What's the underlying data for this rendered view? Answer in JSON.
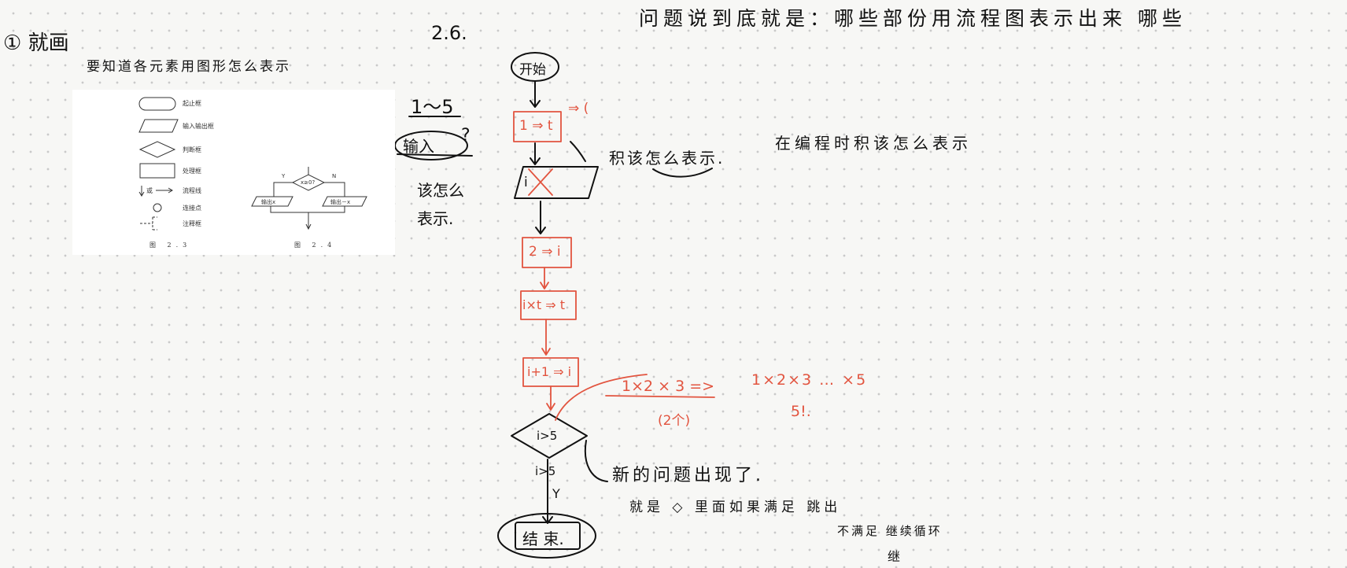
{
  "notes": {
    "item_one": "① 就画",
    "subtitle": "要知道各元素用图形怎么表示",
    "section": "2.6.",
    "top_question": "问题说到底就是：哪些部份用流程图表示出来 哪些",
    "range": "1～5",
    "marked_word": "输入",
    "question_mark": "?",
    "how_to_1": "该怎么",
    "how_to_2": "表示.",
    "call_out": "积该怎么表示.",
    "coding_note": "在编程时积该怎么表示",
    "product_1": "1×2 × 3 =>",
    "product_2": "1×2×3 … ×5",
    "two_items": "(2个)",
    "factorial": "5!.",
    "new_problem": "新的问题出现了.",
    "branch_note": "就是 ◇ 里面如果满足 跳出",
    "continue_note": "不满足 继续循环",
    "extra_char": "继",
    "cond_label": "i>5",
    "yes_label": "Y"
  },
  "flowchart": {
    "start": "开始",
    "s1": "1 ⇒ t",
    "s1_side": "⇒ (",
    "s2": "i",
    "s3": "2 ⇒ i",
    "s4": "i×t ⇒ t",
    "s5": "i+1 ⇒ i",
    "decision": "i>5",
    "end": "结 束."
  },
  "reference_figure": {
    "legend": [
      "起止框",
      "输入输出框",
      "判断框",
      "处理框",
      "流程线",
      "连接点",
      "注释框"
    ],
    "flow_arrow_prefix": "或",
    "fig23_caption": "图 2.3",
    "fig24_caption": "图 2.4",
    "fig24_condition": "x≥0?",
    "fig24_yes": "Y",
    "fig24_no": "N",
    "fig24_out_left": "输出x",
    "fig24_out_right": "输出－x"
  },
  "colors": {
    "ink": "#111111",
    "accent": "#e2543f",
    "paper": "#f7f7f5",
    "grid_dot": "#c9c9c9"
  }
}
